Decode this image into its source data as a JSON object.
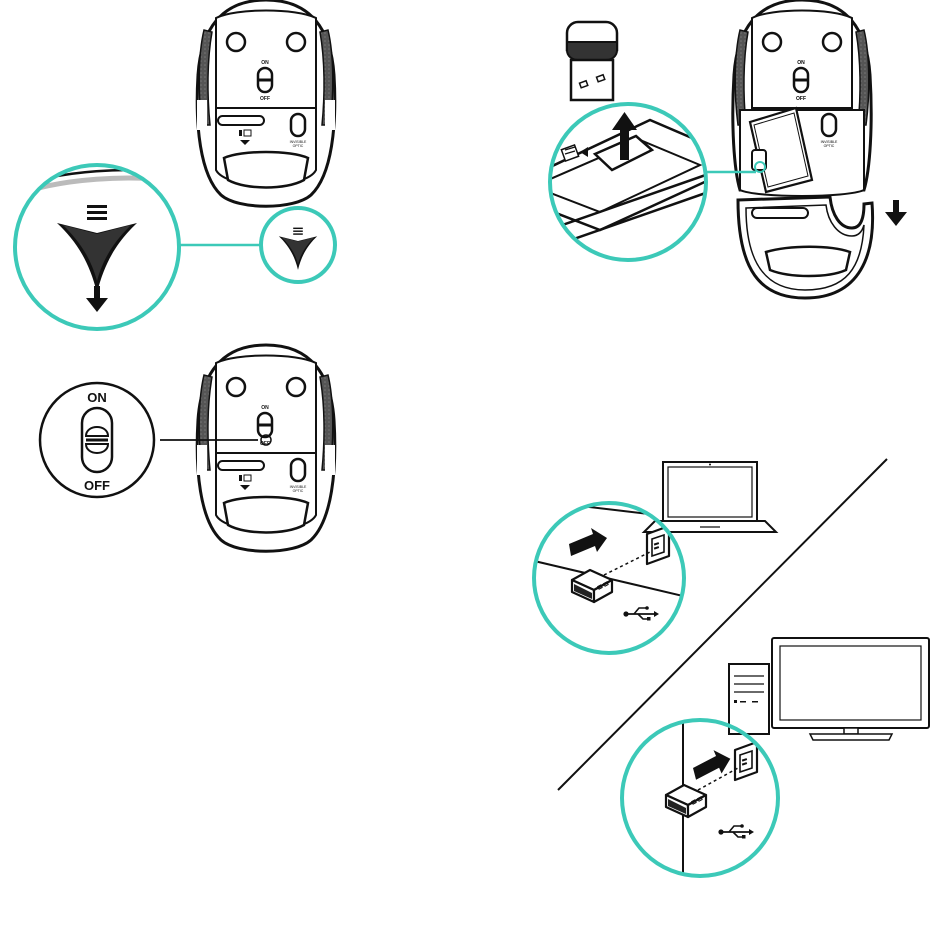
{
  "switch": {
    "on_label": "ON",
    "off_label": "OFF",
    "small_on": "ON",
    "small_off": "OFF"
  },
  "sensor": {
    "label_line1": "INVISIBLE",
    "label_line2": "OPTIC"
  },
  "colors": {
    "callout": "#3cc9b8",
    "ink": "#111111",
    "grip": "#4a4a4a",
    "background": "#ffffff"
  },
  "icons": {
    "arrow": "down-arrow-icon",
    "usb": "usb-icon",
    "battery": "battery-icon"
  }
}
